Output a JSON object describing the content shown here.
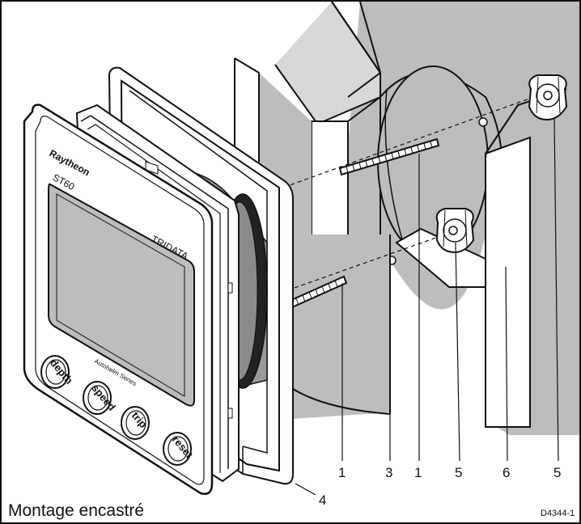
{
  "caption": "Montage encastré",
  "figure_code": "D4344-1",
  "instrument": {
    "brand": "Raytheon",
    "model": "ST60",
    "function": "TRIDATA",
    "series": "Autohelm Series",
    "buttons": [
      "depth",
      "speed",
      "trip",
      "reset"
    ]
  },
  "callouts": [
    "1",
    "3",
    "1",
    "5",
    "6",
    "5",
    "4"
  ],
  "colors": {
    "panel_fill": "#bdbdbd",
    "line": "#111111",
    "background": "#ffffff"
  }
}
